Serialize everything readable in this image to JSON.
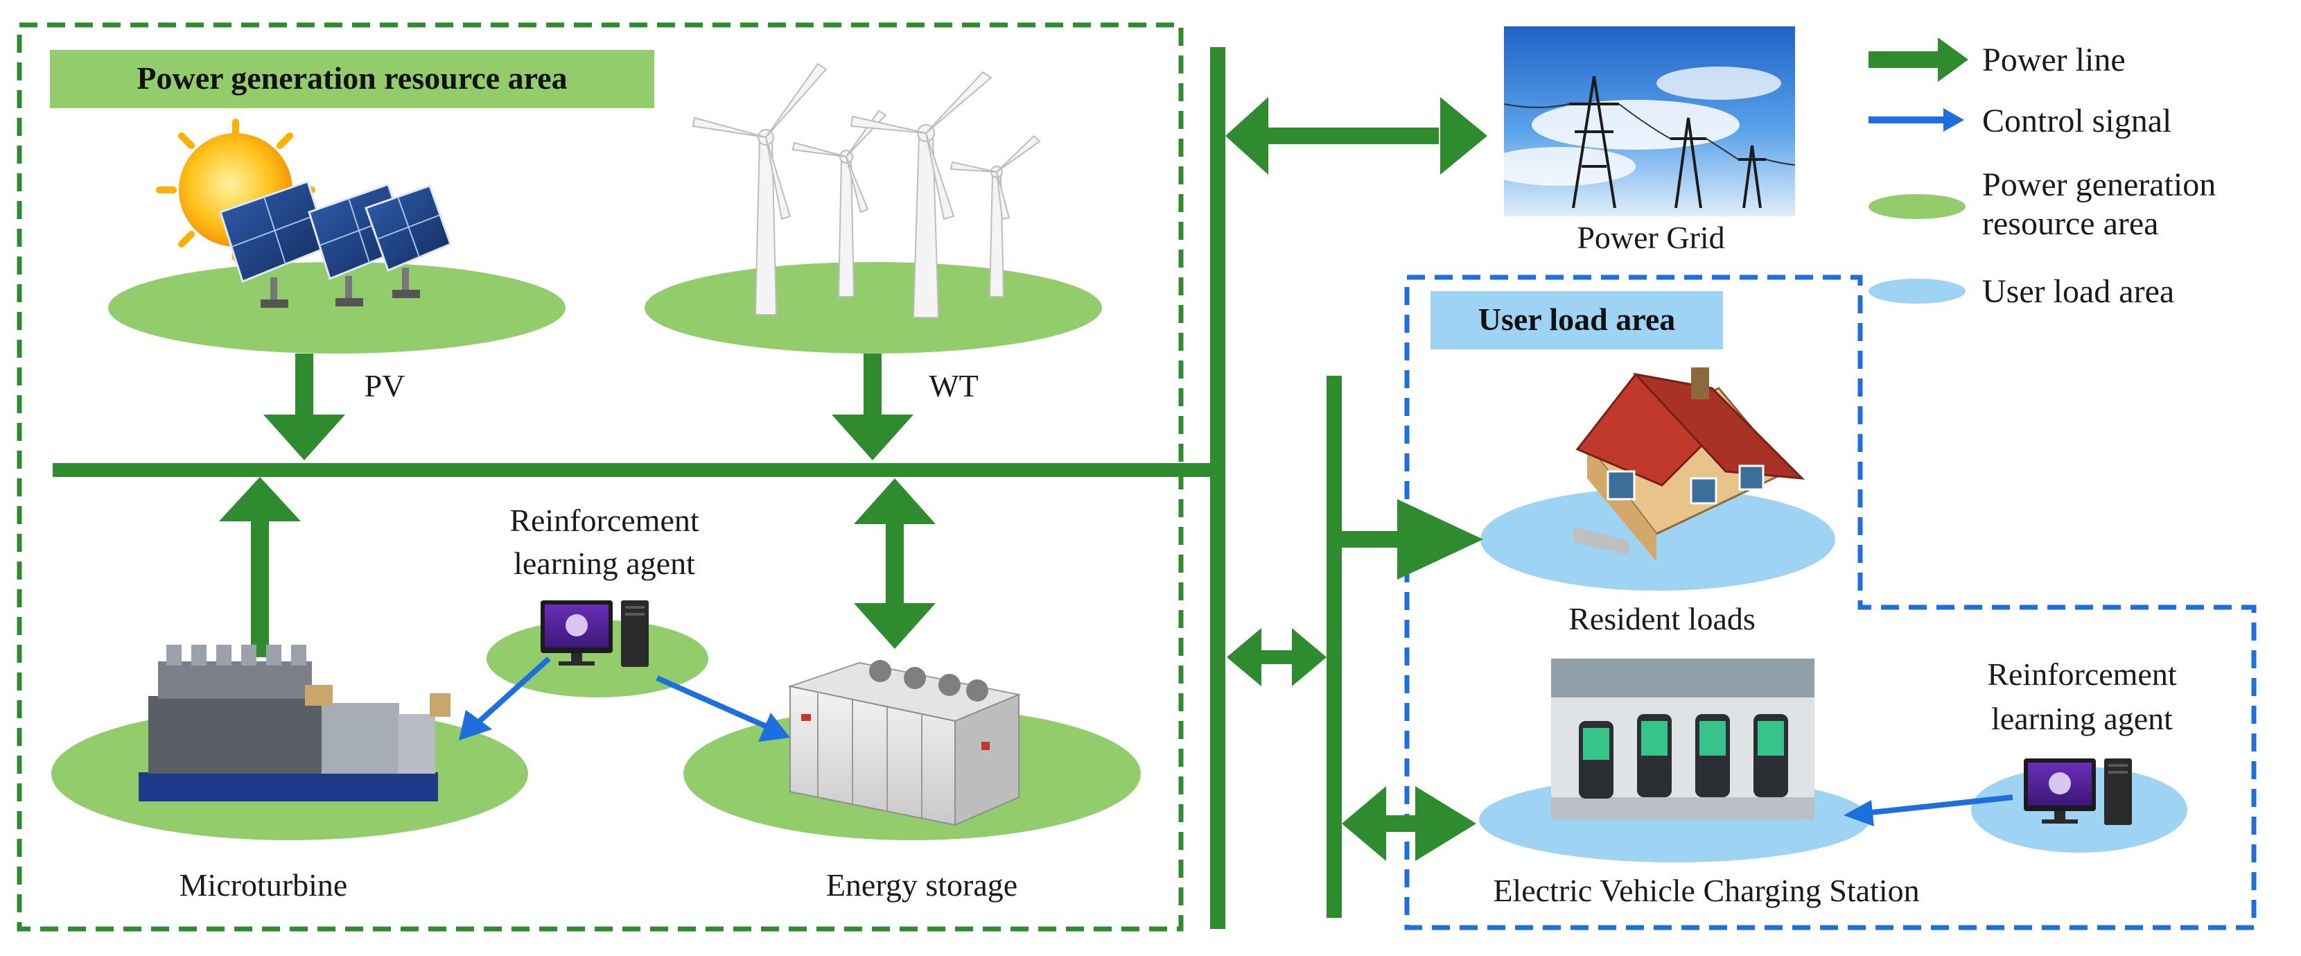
{
  "colors": {
    "power_line": "#2e8b2e",
    "control_signal": "#1d6fe0",
    "generation_area": "#92cc6b",
    "generation_title_bg": "#92cc6b",
    "load_area": "#9fd3f3",
    "load_title_bg": "#9fd3f3",
    "generation_border": "#2e8b2e",
    "load_border": "#1d6fe0"
  },
  "generation_area": {
    "title": "Power generation resource area"
  },
  "load_area": {
    "title": "User load area"
  },
  "nodes": {
    "pv": "PV",
    "wt": "WT",
    "grid": "Power Grid",
    "microturbine": "Microturbine",
    "energy_storage": "Energy storage",
    "resident_loads": "Resident loads",
    "ev_station": "Electric Vehicle Charging Station",
    "agent_1": [
      "Reinforcement",
      "learning agent"
    ],
    "agent_2": [
      "Reinforcement",
      "learning agent"
    ]
  },
  "legend": {
    "power_line": "Power line",
    "control_signal": "Control signal",
    "generation_area": [
      "Power generation",
      "resource area"
    ],
    "load_area": "User load area"
  },
  "icons": [
    "sun-icon",
    "solar-panel-icon",
    "wind-turbine-icon",
    "power-tower-icon",
    "house-icon",
    "generator-icon",
    "battery-storage-icon",
    "ev-charger-icon",
    "computer-icon"
  ]
}
